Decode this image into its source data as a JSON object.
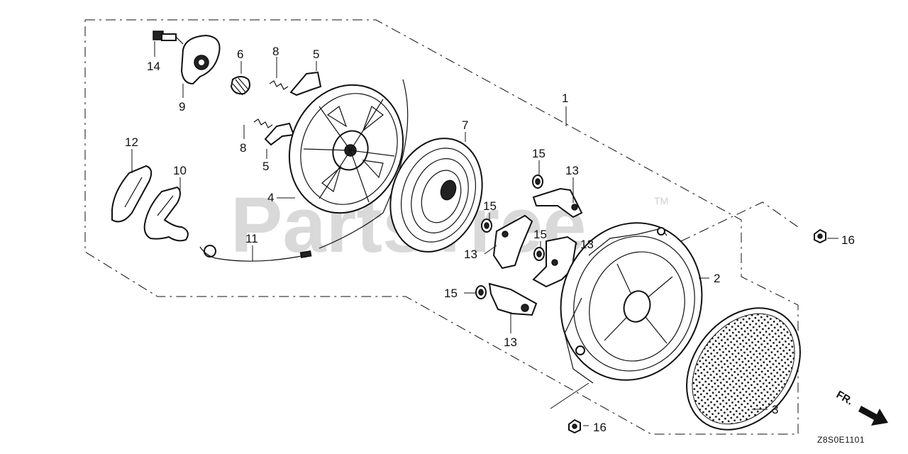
{
  "watermark": {
    "text": "PartsTree",
    "trademark": "TM"
  },
  "diagram_code": "Z8S0E1101",
  "direction_label": "FR.",
  "callouts": {
    "c1": "1",
    "c2": "2",
    "c3": "3",
    "c4": "4",
    "c5a": "5",
    "c5b": "5",
    "c6": "6",
    "c7": "7",
    "c8a": "8",
    "c8b": "8",
    "c9": "9",
    "c10": "10",
    "c11": "11",
    "c12": "12",
    "c13a": "13",
    "c13b": "13",
    "c13c": "13",
    "c13d": "13",
    "c14": "14",
    "c15a": "15",
    "c15b": "15",
    "c15c": "15",
    "c15d": "15",
    "c16a": "16",
    "c16b": "16"
  }
}
